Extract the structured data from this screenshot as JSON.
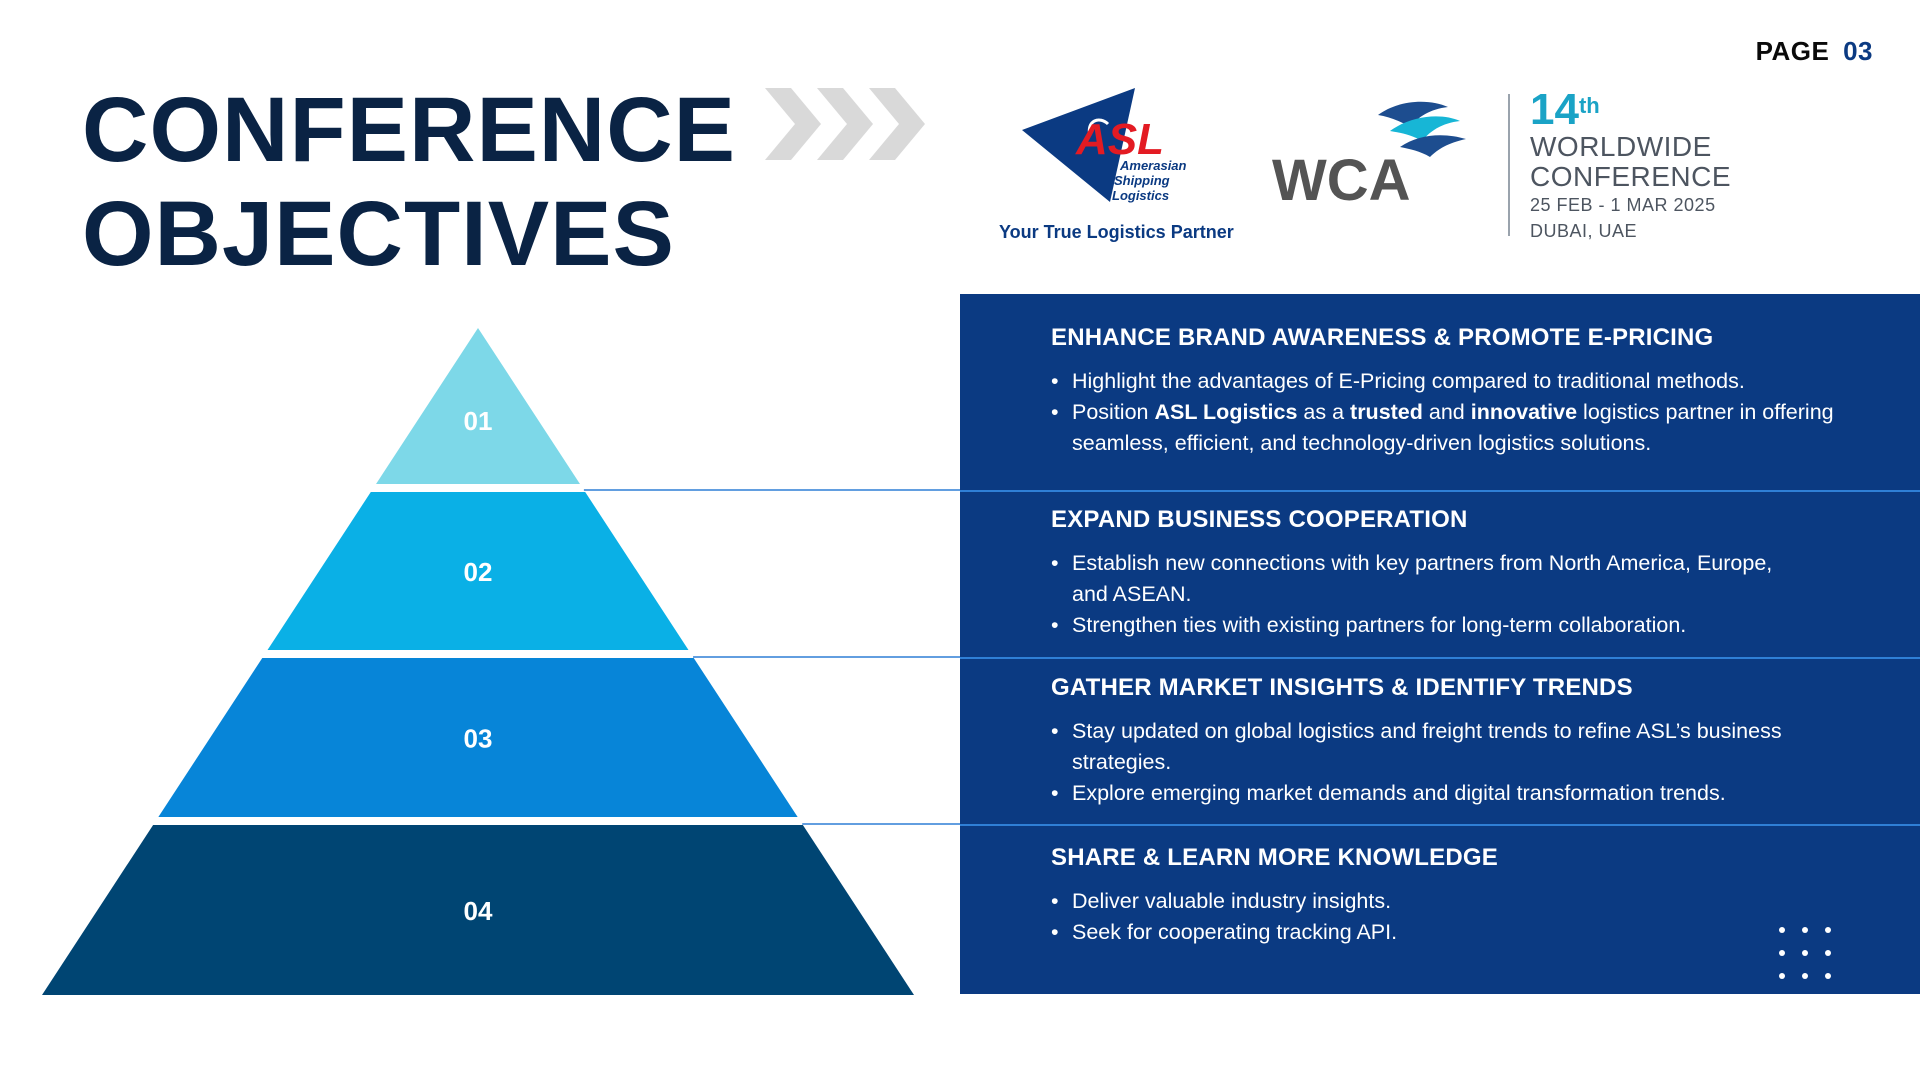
{
  "page": {
    "label": "PAGE",
    "number": "03"
  },
  "title": {
    "line1": "CONFERENCE",
    "line2": "OBJECTIVES"
  },
  "logos": {
    "asl": {
      "mark": "ASL",
      "name_lines": [
        "Amerasian",
        "Shipping",
        "Logistics"
      ],
      "tagline": "Your True Logistics Partner",
      "colors": {
        "triangle": "#0b3a82",
        "mark": "#e31b23"
      }
    },
    "wca": {
      "mark": "WCA",
      "edition_number": "14",
      "edition_suffix": "th",
      "line1": "WORLDWIDE",
      "line2": "CONFERENCE",
      "dates": "25 FEB - 1 MAR 2025",
      "location": "DUBAI, UAE",
      "colors": {
        "text": "#4d5560",
        "accent": "#1aa3c6"
      }
    }
  },
  "pyramid": {
    "levels": [
      {
        "label": "01",
        "color": "#7dd8e8"
      },
      {
        "label": "02",
        "color": "#0ab0e6"
      },
      {
        "label": "03",
        "color": "#0785d8"
      },
      {
        "label": "04",
        "color": "#004573"
      }
    ]
  },
  "objectives": [
    {
      "heading": "ENHANCE BRAND AWARENESS & PROMOTE E-PRICING",
      "b1": "Highlight the advantages of E-Pricing compared to traditional methods.",
      "b2_parts": [
        "Position ",
        "ASL Logistics",
        " as a ",
        "trusted",
        " and ",
        "innovative",
        " logistics partner in offering seamless, efficient, and technology-driven logistics solutions."
      ]
    },
    {
      "heading": "EXPAND BUSINESS COOPERATION",
      "b1": "Establish new connections with key partners from North America, Europe, and ASEAN.",
      "b2": "Strengthen ties with existing partners for long-term collaboration."
    },
    {
      "heading": "GATHER MARKET INSIGHTS & IDENTIFY TRENDS",
      "b1": "Stay updated on global logistics and freight trends to refine ASL’s business strategies.",
      "b2": "Explore emerging market demands and digital transformation trends."
    },
    {
      "heading": "SHARE & LEARN MORE KNOWLEDGE",
      "b1": "Deliver valuable industry insights.",
      "b2": "Seek for cooperating tracking API."
    }
  ],
  "colors": {
    "title": "#0a2344",
    "panel_bg": "#0b3a82",
    "connector": "#2f7fd6",
    "chevron": "#d9d9d9",
    "page_number": "#0b3a82"
  }
}
